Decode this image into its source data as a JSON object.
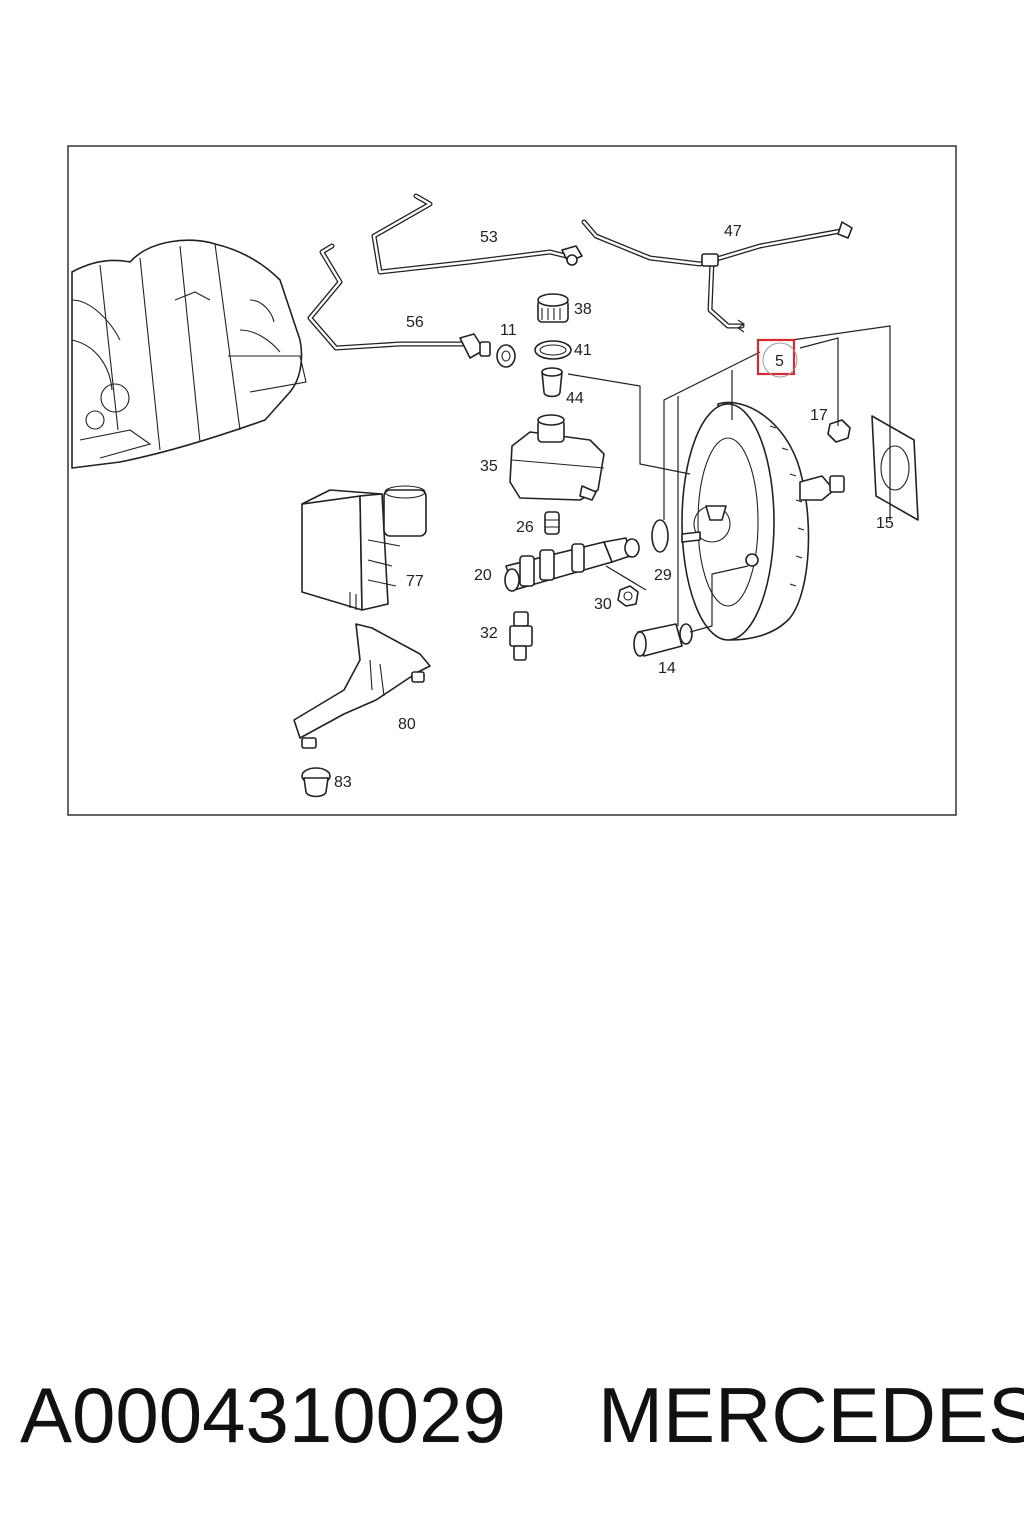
{
  "diagram": {
    "callouts": [
      "53",
      "47",
      "38",
      "56",
      "11",
      "41",
      "5",
      "44",
      "17",
      "35",
      "15",
      "26",
      "29",
      "20",
      "77",
      "30",
      "32",
      "14",
      "80",
      "83"
    ],
    "highlighted_callout": "5",
    "highlight_color": "#d9282f"
  },
  "caption": {
    "part_number": "A0004310029",
    "brand": "MERCEDES"
  }
}
